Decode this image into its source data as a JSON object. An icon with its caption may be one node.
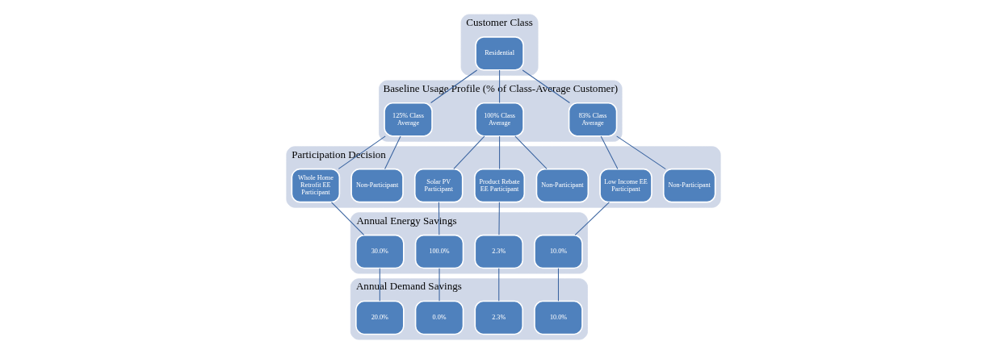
{
  "diagram": {
    "nodes": [
      {
        "text": [
          "Customer Class"
        ]
      },
      {
        "text": [
          "Residential"
        ],
        "in": 0
      },
      {
        "text": [
          "Baseline Usage Profile (% of Class-Average Customer)"
        ]
      },
      {
        "text": [
          "83% Class Average"
        ],
        "in": 2
      },
      {
        "text": [
          "100% Class Average"
        ],
        "in": 2
      },
      {
        "text": [
          "125% Class Average"
        ],
        "in": 2
      },
      {
        "text": [
          "Participation Decision"
        ]
      },
      {
        "text": [
          "Non-Participant"
        ],
        "in": 6
      },
      {
        "text": [
          "Low Income EE Participant"
        ],
        "in": 6
      },
      {
        "text": [
          "Non-Participant"
        ],
        "in": 6
      },
      {
        "text": [
          "Product Rebate EE Participant"
        ],
        "in": 6
      },
      {
        "text": [
          "Solar PV Participant"
        ],
        "in": 6
      },
      {
        "text": [
          "Non-Participant"
        ],
        "in": 6
      },
      {
        "text": [
          "Whole Home Retrofit EE Participant"
        ],
        "in": 6
      },
      {
        "text": [
          "Annual Energy Savings"
        ]
      },
      {
        "text": [
          "10.0%"
        ],
        "in": 14
      },
      {
        "text": [
          "2.3%"
        ],
        "in": 14
      },
      {
        "text": [
          "100.0%"
        ],
        "in": 14
      },
      {
        "text": [
          "30.0%"
        ],
        "in": 14
      },
      {
        "text": [
          "Annual Demand Savings"
        ]
      },
      {
        "text": [
          "10.0%"
        ],
        "in": 19
      },
      {
        "text": [
          "2.3%"
        ],
        "in": 19
      },
      {
        "text": [
          "0.0%"
        ],
        "in": 19
      },
      {
        "text": [
          "20.0%"
        ],
        "in": 19
      }
    ],
    "edges": [
      {
        "from": 1,
        "to": 3,
        "arrow": "none"
      },
      {
        "from": 1,
        "to": 4,
        "arrow": "none"
      },
      {
        "from": 1,
        "to": 5,
        "arrow": "none"
      },
      {
        "from": 3,
        "to": 7,
        "arrow": "none"
      },
      {
        "from": 3,
        "to": 8,
        "arrow": "none"
      },
      {
        "from": 4,
        "to": 9,
        "arrow": "none"
      },
      {
        "from": 4,
        "to": 10,
        "arrow": "none"
      },
      {
        "from": 4,
        "to": 11,
        "arrow": "none"
      },
      {
        "from": 5,
        "to": 12,
        "arrow": "none"
      },
      {
        "from": 5,
        "to": 13,
        "arrow": "none"
      },
      {
        "from": 8,
        "to": 15,
        "arrow": "none"
      },
      {
        "from": 10,
        "to": 16,
        "arrow": "none"
      },
      {
        "from": 11,
        "to": 17,
        "arrow": "none"
      },
      {
        "from": 13,
        "to": 18,
        "arrow": "none"
      },
      {
        "from": 15,
        "to": 20,
        "arrow": "none"
      },
      {
        "from": 16,
        "to": 21,
        "arrow": "none"
      },
      {
        "from": 17,
        "to": 22,
        "arrow": "none"
      },
      {
        "from": 18,
        "to": 23,
        "arrow": "none"
      }
    ]
  }
}
